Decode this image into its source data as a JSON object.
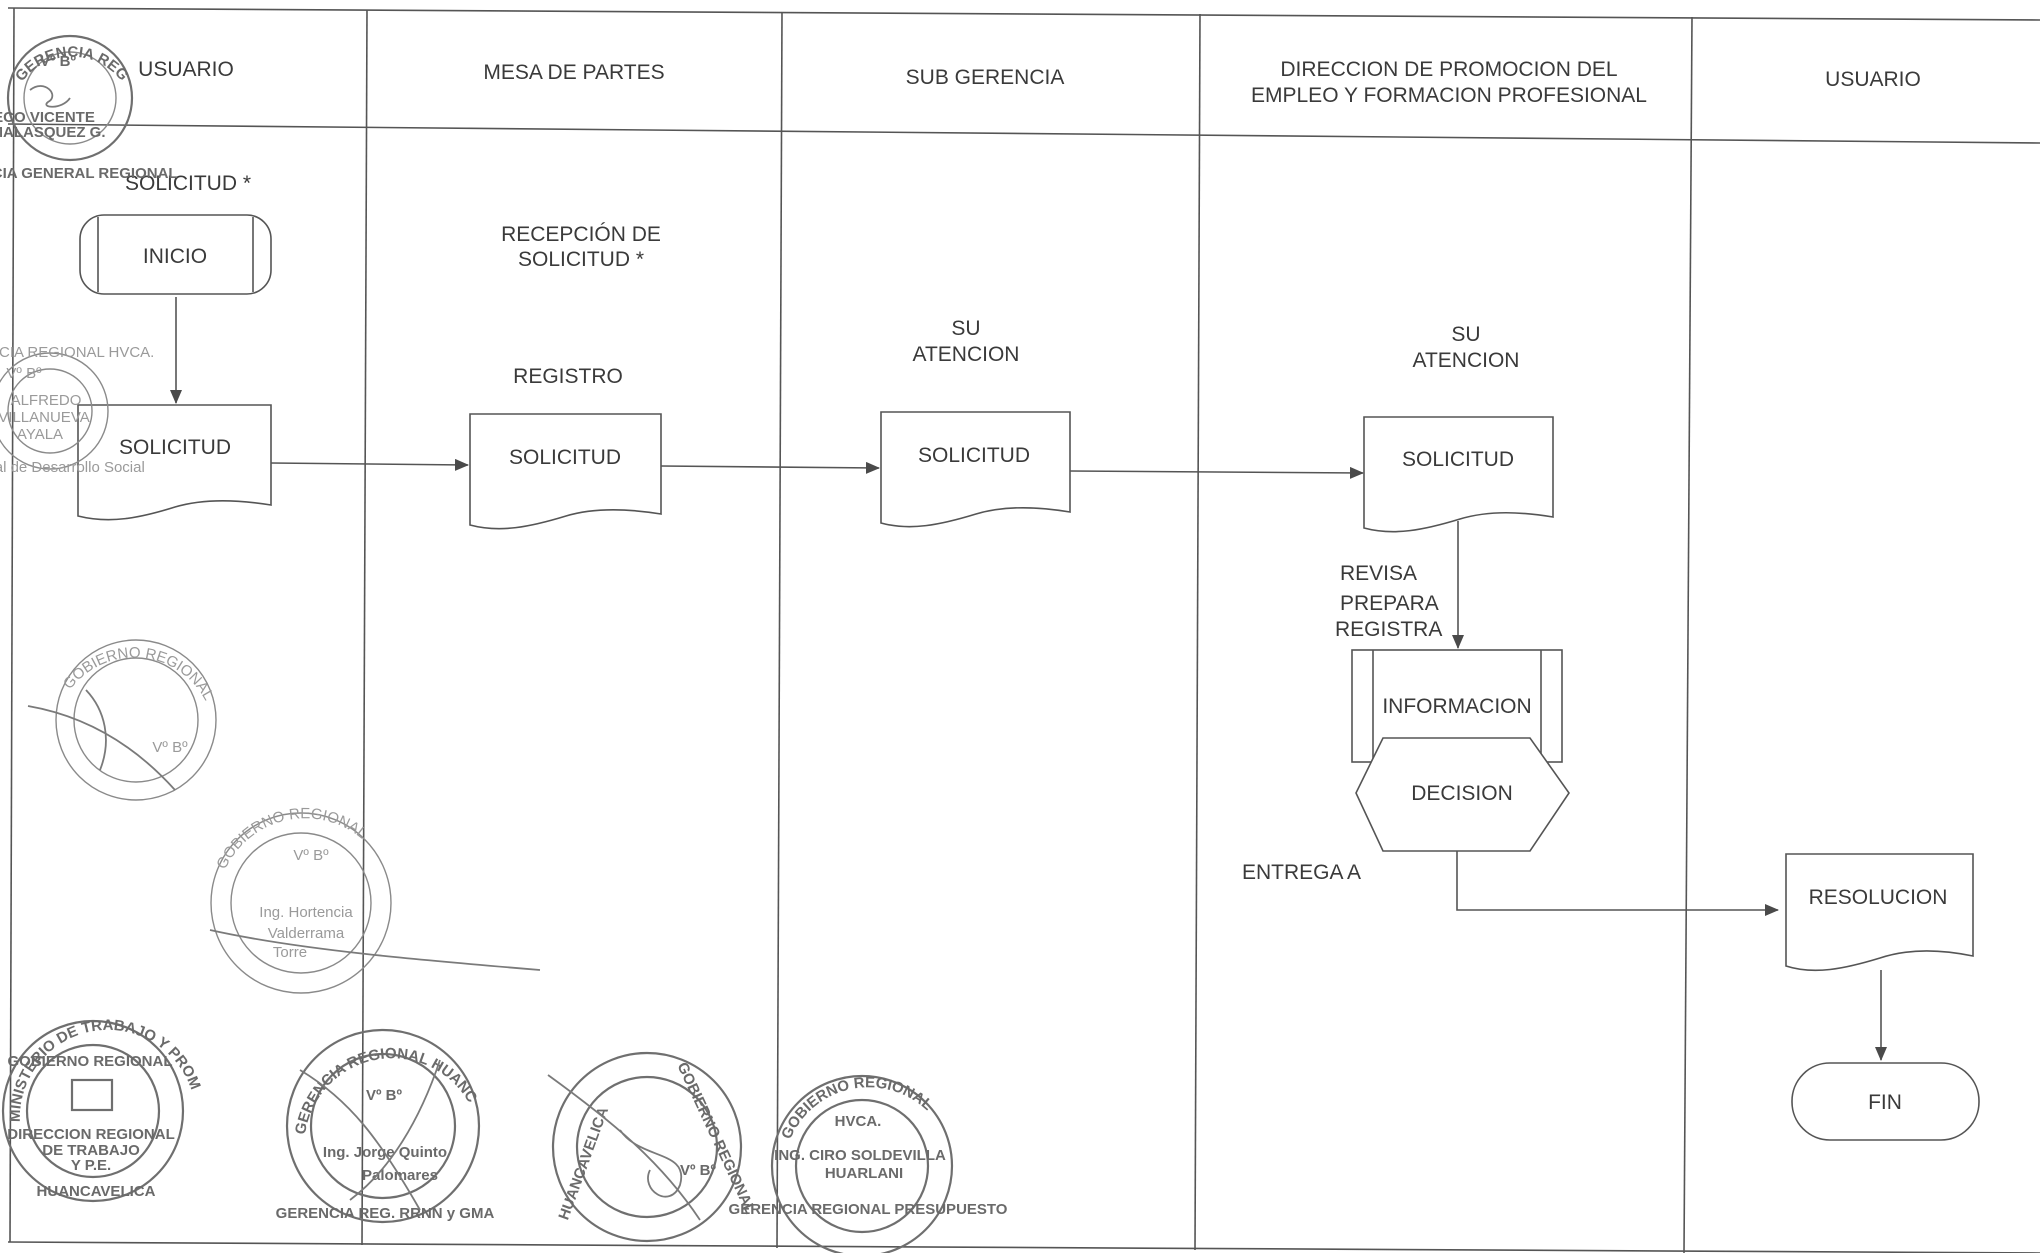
{
  "lanes": [
    {
      "title": "USUARIO"
    },
    {
      "title": "MESA DE PARTES"
    },
    {
      "title": "SUB GERENCIA"
    },
    {
      "title_line1": "DIRECCION DE PROMOCION DEL",
      "title_line2": "EMPLEO Y FORMACION PROFESIONAL"
    },
    {
      "title": "USUARIO"
    }
  ],
  "annotations": {
    "solicitud_star": "SOLICITUD *",
    "recepcion_line1": "RECEPCIÓN DE",
    "recepcion_line2": "SOLICITUD *",
    "registro": "REGISTRO",
    "su_atencion_1_line1": "SU",
    "su_atencion_1_line2": "ATENCION",
    "su_atencion_2_line1": "SU",
    "su_atencion_2_line2": "ATENCION",
    "revisa": "REVISA",
    "prepara": "PREPARA",
    "registra": "REGISTRA",
    "entrega": "ENTREGA  A"
  },
  "shapes": {
    "inicio": "INICIO",
    "doc_usuario": "SOLICITUD",
    "doc_mesa": "SOLICITUD",
    "doc_sub": "SOLICITUD",
    "doc_direccion": "SOLICITUD",
    "informacion": "INFORMACION",
    "decision": "DECISION",
    "resolucion": "RESOLUCION",
    "fin": "FIN"
  },
  "stamps": {
    "s1_top": "GERENCIA REGIONAL HVCA.",
    "s1_vb": "Vº Bº",
    "s1_name1": "ECO VICENTE",
    "s1_name2": "MALASQUEZ G.",
    "s1_bottom": "GERENCIA GENERAL REGIONAL",
    "s2_top": "GERENCIA REGIONAL HVCA.",
    "s2_vb": "Vº Bº",
    "s2_name1": "ALFREDO",
    "s2_name2": "VILLANUEVA",
    "s2_name3": "AYALA",
    "s2_bottom": "Regional de Desarrollo Social",
    "s3_top": "GOBIERNO REGIONAL",
    "s3_vb": "Vº Bº",
    "s4_top": "GOBIERNO REGIONAL",
    "s4_vb": "Vº Bº",
    "s4_name1": "Ing. Hortencia",
    "s4_name2": "Valderrama",
    "s4_name3": "Torre",
    "s5_ring": "MINISTERIO DE TRABAJO Y PROMOCION DEL EMPLEO",
    "s5_gob": "GOBIERNO REGIONAL",
    "s5_c1": "DIRECCION REGIONAL",
    "s5_c2": "DE TRABAJO",
    "s5_c3": "Y P.E.",
    "s5_bottom": "HUANCAVELICA",
    "s6_top": "GERENCIA REGIONAL HUANCAVELICA",
    "s6_vb": "Vº Bº",
    "s6_name1": "Ing. Jorge Quinto",
    "s6_name2": "Palomares",
    "s6_bottom": "GERENCIA REG. RRNN y GMA",
    "s7_left": "HUANCAVELICA",
    "s7_right": "GOBIERNO REGIONAL",
    "s7_vb": "Vº Bº",
    "s8_top": "GOBIERNO REGIONAL",
    "s8_hvca": "HVCA.",
    "s8_name1": "ING. CIRO SOLDEVILLA",
    "s8_name2": "HUARLANI",
    "s8_bottom": "GERENCIA REGIONAL PRESUPUESTO"
  }
}
